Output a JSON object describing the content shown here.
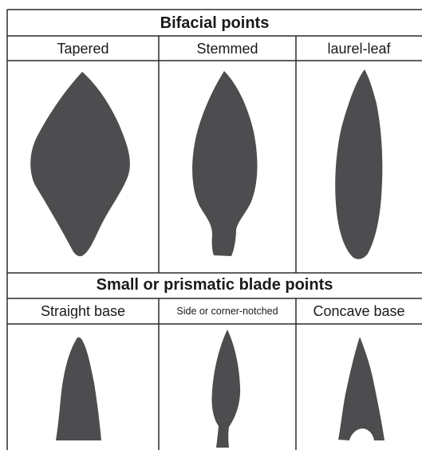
{
  "sections": [
    {
      "title": "Bifacial points",
      "types": [
        {
          "label": "Tapered",
          "icon": "tapered-point-icon"
        },
        {
          "label": "Stemmed",
          "icon": "stemmed-point-icon"
        },
        {
          "label": "laurel-leaf",
          "icon": "laurel-leaf-point-icon"
        }
      ]
    },
    {
      "title": "Small or prismatic blade points",
      "types": [
        {
          "label": "Straight base",
          "icon": "straight-base-point-icon"
        },
        {
          "label": "Side or corner-notched",
          "icon": "side-or-corner-notched-point-icon"
        },
        {
          "label": "Concave base",
          "icon": "concave-base-point-icon"
        }
      ]
    }
  ],
  "colors": {
    "shape_fill": "#4d4d4f",
    "grid_lines": "#2b2b2b",
    "background": "#ffffff"
  }
}
